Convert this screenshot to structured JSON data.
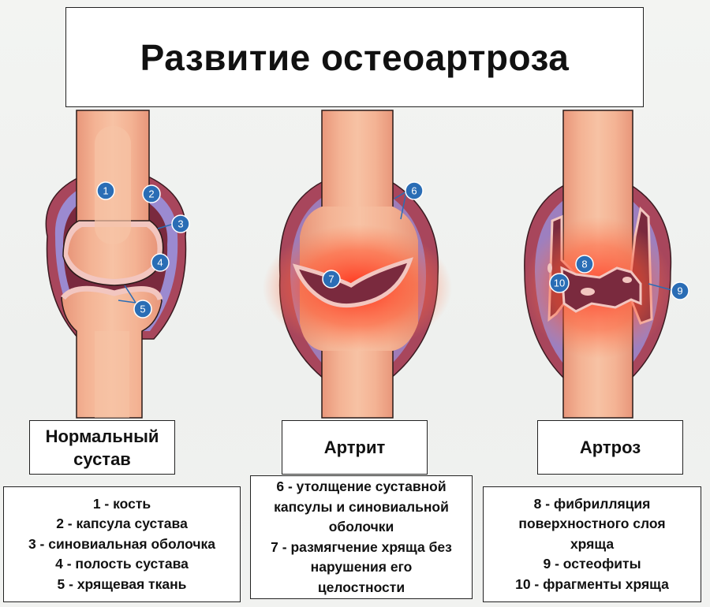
{
  "title": "Развитие остеоартроза",
  "panels": [
    {
      "label_lines": [
        "Нормальный",
        "сустав"
      ],
      "legend": [
        "1 - кость",
        "2 - капсула сустава",
        "3 - синовиальная оболочка",
        "4 - полость сустава",
        "5 - хрящевая ткань"
      ],
      "markers": [
        "1",
        "2",
        "3",
        "4",
        "5"
      ]
    },
    {
      "label_lines": [
        "Артрит"
      ],
      "legend": [
        "6 - утолщение суставной",
        "капсулы и синовиальной",
        "оболочки",
        "7 - размягчение хряща без",
        "нарушения его",
        "целостности"
      ],
      "markers": [
        "6",
        "7"
      ]
    },
    {
      "label_lines": [
        "Артроз"
      ],
      "legend": [
        "8 - фибрилляция",
        "поверхностного слоя",
        "хряща",
        "9 - остеофиты",
        "10 - фрагменты хряща"
      ],
      "markers": [
        "8",
        "9",
        "10"
      ]
    }
  ],
  "colors": {
    "bone": "#f0a98a",
    "bone_core": "#f7c3a5",
    "capsule": "#a8465c",
    "synovium": "#9b8ad0",
    "cavity": "#7a2a3e",
    "cartilage": "#f2c6c0",
    "inflammation": "#ff3a1e",
    "marker": "#2a6db5"
  }
}
